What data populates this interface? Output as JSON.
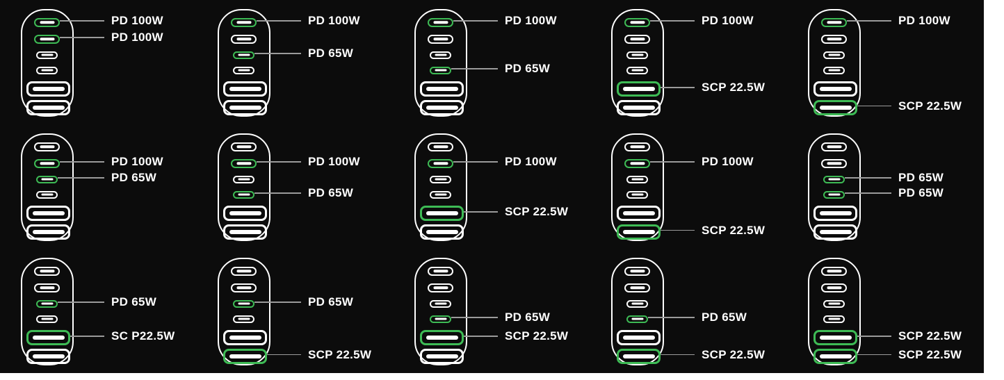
{
  "title": "charger-port-power-combinations",
  "colors": {
    "panel_background": "#0c0c0c",
    "page_background": "#ffffff",
    "port_outline": "#ffffff",
    "highlight_green": "#3ebb55",
    "connector_line": "#9b9b9b",
    "label_text": "#ffffff"
  },
  "device": {
    "ports": [
      {
        "id": 1,
        "type": "usb-c-large"
      },
      {
        "id": 2,
        "type": "usb-c-large"
      },
      {
        "id": 3,
        "type": "usb-c-small"
      },
      {
        "id": 4,
        "type": "usb-c-small"
      },
      {
        "id": 5,
        "type": "usb-a"
      },
      {
        "id": 6,
        "type": "usb-a"
      }
    ]
  },
  "grid": {
    "rows": 3,
    "cols": 5
  },
  "chargers": [
    {
      "row": 1,
      "col": 1,
      "highlights": [
        {
          "port": 1,
          "label": "PD 100W"
        },
        {
          "port": 2,
          "label": "PD 100W"
        }
      ]
    },
    {
      "row": 1,
      "col": 2,
      "highlights": [
        {
          "port": 1,
          "label": "PD 100W"
        },
        {
          "port": 3,
          "label": "PD 65W"
        }
      ]
    },
    {
      "row": 1,
      "col": 3,
      "highlights": [
        {
          "port": 1,
          "label": "PD 100W"
        },
        {
          "port": 4,
          "label": "PD 65W"
        }
      ]
    },
    {
      "row": 1,
      "col": 4,
      "highlights": [
        {
          "port": 1,
          "label": "PD 100W"
        },
        {
          "port": 5,
          "label": "SCP 22.5W"
        }
      ]
    },
    {
      "row": 1,
      "col": 5,
      "highlights": [
        {
          "port": 1,
          "label": "PD 100W"
        },
        {
          "port": 6,
          "label": "SCP 22.5W"
        }
      ]
    },
    {
      "row": 2,
      "col": 1,
      "highlights": [
        {
          "port": 2,
          "label": "PD 100W"
        },
        {
          "port": 3,
          "label": "PD 65W"
        }
      ]
    },
    {
      "row": 2,
      "col": 2,
      "highlights": [
        {
          "port": 2,
          "label": "PD 100W"
        },
        {
          "port": 4,
          "label": "PD 65W"
        }
      ]
    },
    {
      "row": 2,
      "col": 3,
      "highlights": [
        {
          "port": 2,
          "label": "PD 100W"
        },
        {
          "port": 5,
          "label": "SCP 22.5W"
        }
      ]
    },
    {
      "row": 2,
      "col": 4,
      "highlights": [
        {
          "port": 2,
          "label": "PD 100W"
        },
        {
          "port": 6,
          "label": "SCP 22.5W"
        }
      ]
    },
    {
      "row": 2,
      "col": 5,
      "highlights": [
        {
          "port": 3,
          "label": "PD 65W"
        },
        {
          "port": 4,
          "label": "PD 65W"
        }
      ]
    },
    {
      "row": 3,
      "col": 1,
      "highlights": [
        {
          "port": 3,
          "label": "PD 65W"
        },
        {
          "port": 5,
          "label": "SC P22.5W"
        }
      ]
    },
    {
      "row": 3,
      "col": 2,
      "highlights": [
        {
          "port": 3,
          "label": "PD 65W"
        },
        {
          "port": 6,
          "label": "SCP 22.5W"
        }
      ]
    },
    {
      "row": 3,
      "col": 3,
      "highlights": [
        {
          "port": 4,
          "label": "PD 65W"
        },
        {
          "port": 5,
          "label": "SCP 22.5W"
        }
      ]
    },
    {
      "row": 3,
      "col": 4,
      "highlights": [
        {
          "port": 4,
          "label": "PD 65W"
        },
        {
          "port": 6,
          "label": "SCP 22.5W"
        }
      ]
    },
    {
      "row": 3,
      "col": 5,
      "highlights": [
        {
          "port": 5,
          "label": "SCP 22.5W"
        },
        {
          "port": 6,
          "label": "SCP 22.5W"
        }
      ]
    }
  ]
}
